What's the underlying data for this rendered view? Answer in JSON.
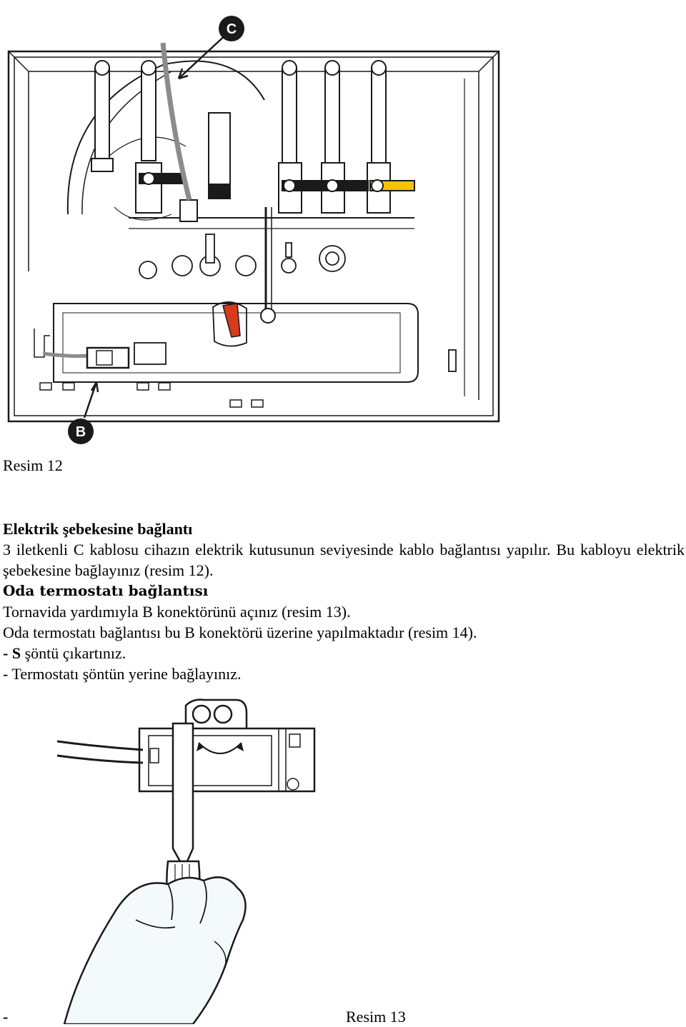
{
  "figure12": {
    "callout_c": "C",
    "callout_b": "B",
    "caption": "Resim 12"
  },
  "section1": {
    "heading": "Elektrik şebekesine bağlantı",
    "paragraph": "3 iletkenli C kablosu cihazın elektrik kutusunun seviyesinde kablo bağlantısı yapılır. Bu kabloyu elektrik şebekesine bağlayınız (resim 12)."
  },
  "section2": {
    "heading": "Oda termostatı bağlantısı",
    "line1": "Tornavida yardımıyla B konektörünü  açınız (resim 13).",
    "line2": "Oda termostatı bağlantısı bu  B konektörü üzerine yapılmaktadır (resim 14).",
    "step1_bold": "- S",
    "step1_rest": " şöntü çıkartınız.",
    "step2": "- Termostatı şöntün yerine bağlayınız."
  },
  "figure13": {
    "dash": "-",
    "caption": "Resim 13"
  },
  "colors": {
    "valve_yellow": "#f2c500",
    "valve_red": "#d83a1e",
    "panel_line": "#1a1a1a",
    "cable_grey": "#8c8c8c"
  },
  "icons": [
    "boiler-connection-diagram",
    "screwdriver-hand-illustration"
  ]
}
